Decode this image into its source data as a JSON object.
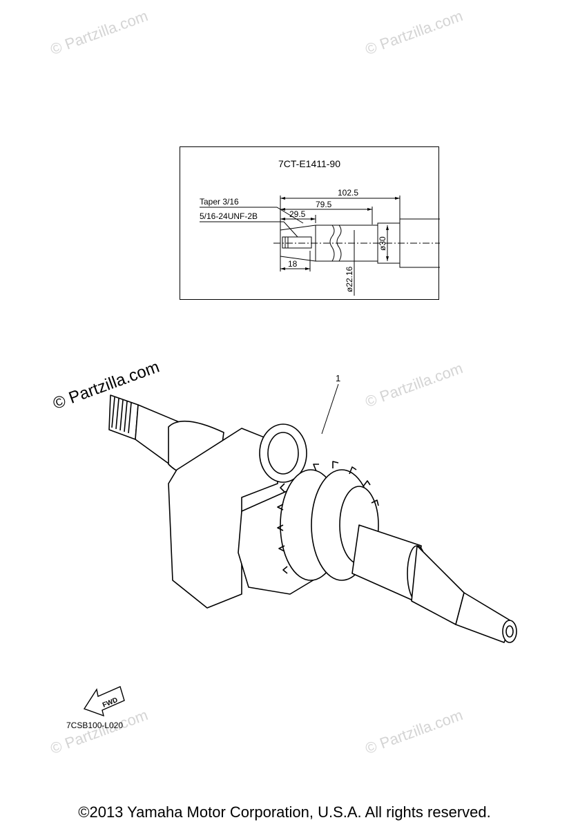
{
  "watermarks": {
    "text": "© Partzilla.com"
  },
  "detail": {
    "part_number": "7CT-E1411-90",
    "taper_label": "Taper 3/16",
    "thread_label": "5/16-24UNF-2B",
    "dim_102_5": "102.5",
    "dim_79_5": "79.5",
    "dim_29_5": "29.5",
    "dim_18": "18",
    "dim_d30": "ø30",
    "dim_d22_16": "ø22.16"
  },
  "callout": {
    "number": "1"
  },
  "fwd_label": "FWD",
  "figure_code": "7CSB100-L020",
  "copyright": "©2013  Yamaha Motor Corporation, U.S.A. All rights reserved."
}
